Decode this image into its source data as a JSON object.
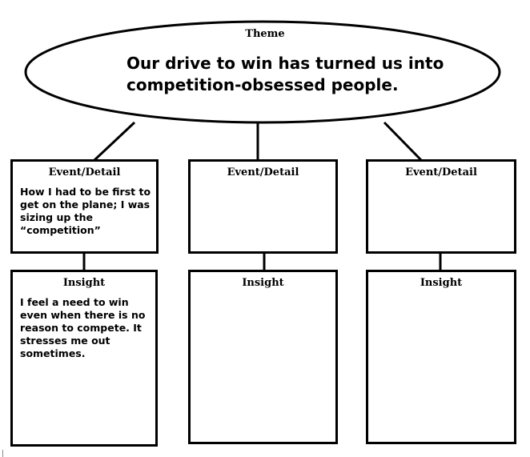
{
  "theme": {
    "title": "Theme",
    "statement": "Our drive to win has turned us into competition-obsessed people."
  },
  "columns": [
    {
      "event": {
        "title": "Event/Detail",
        "text": "How I had to be first to get on the plane; I was sizing up the “competition”"
      },
      "insight": {
        "title": "Insight",
        "text": "I feel a need to win even when there is no reason to compete. It stresses me out sometimes."
      }
    },
    {
      "event": {
        "title": "Event/Detail",
        "text": ""
      },
      "insight": {
        "title": "Insight",
        "text": ""
      }
    },
    {
      "event": {
        "title": "Event/Detail",
        "text": ""
      },
      "insight": {
        "title": "Insight",
        "text": ""
      }
    }
  ]
}
